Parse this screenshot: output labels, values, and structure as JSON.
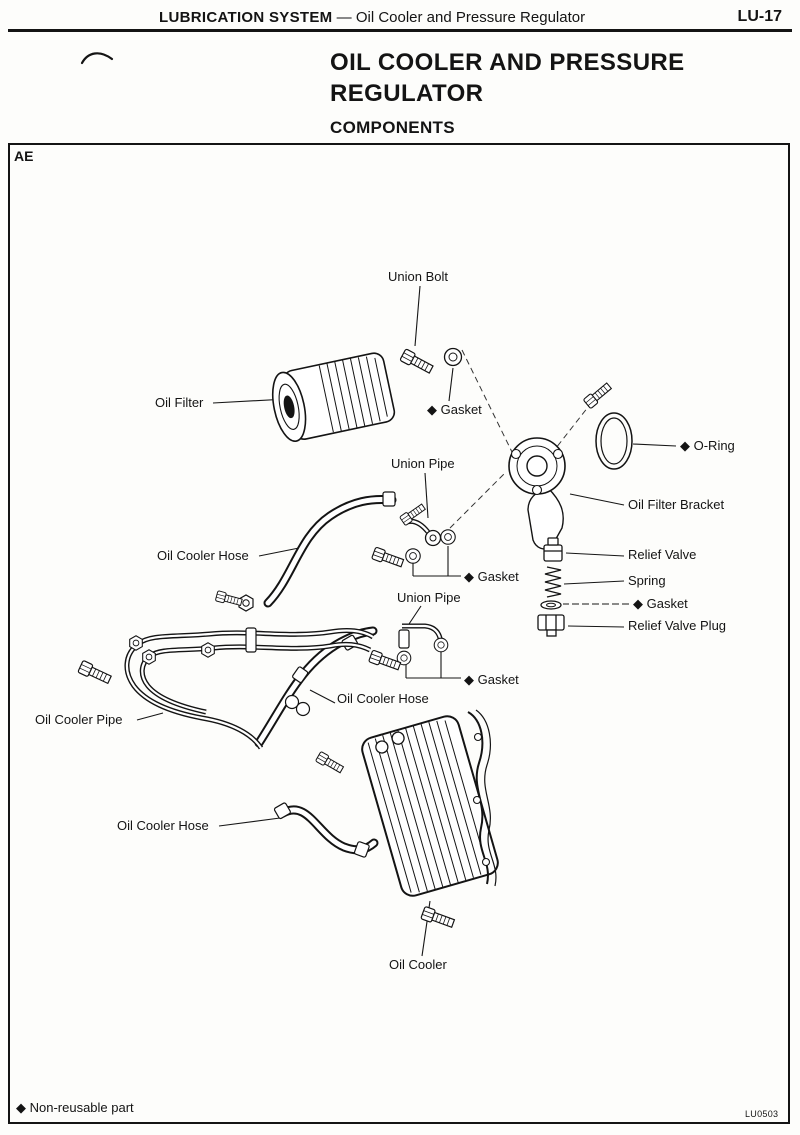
{
  "header": {
    "section": "LUBRICATION SYSTEM",
    "separator": "—",
    "topic": "Oil Cooler and Pressure Regulator",
    "page_code": "LU-17"
  },
  "title": {
    "line1": "OIL COOLER AND PRESSURE",
    "line2": "REGULATOR",
    "subtitle": "COMPONENTS"
  },
  "diagram": {
    "model_code": "AE",
    "figure_code": "LU0503",
    "footnote": "◆ Non-reusable part",
    "labels": [
      {
        "text": "Union Bolt"
      },
      {
        "text": "Oil Filter"
      },
      {
        "text": "◆ Gasket"
      },
      {
        "text": "◆ O-Ring"
      },
      {
        "text": "Union Pipe"
      },
      {
        "text": "Oil Filter Bracket"
      },
      {
        "text": "Oil Cooler Hose"
      },
      {
        "text": "◆ Gasket"
      },
      {
        "text": "Relief Valve"
      },
      {
        "text": "Spring"
      },
      {
        "text": "◆ Gasket"
      },
      {
        "text": "Relief Valve Plug"
      },
      {
        "text": "Union Pipe"
      },
      {
        "text": "◆ Gasket"
      },
      {
        "text": "Oil Cooler Hose"
      },
      {
        "text": "Oil Cooler Pipe"
      },
      {
        "text": "Oil Cooler Hose"
      },
      {
        "text": "Oil Cooler"
      }
    ]
  },
  "colors": {
    "ink": "#141414",
    "paper": "#fdfdfb"
  }
}
